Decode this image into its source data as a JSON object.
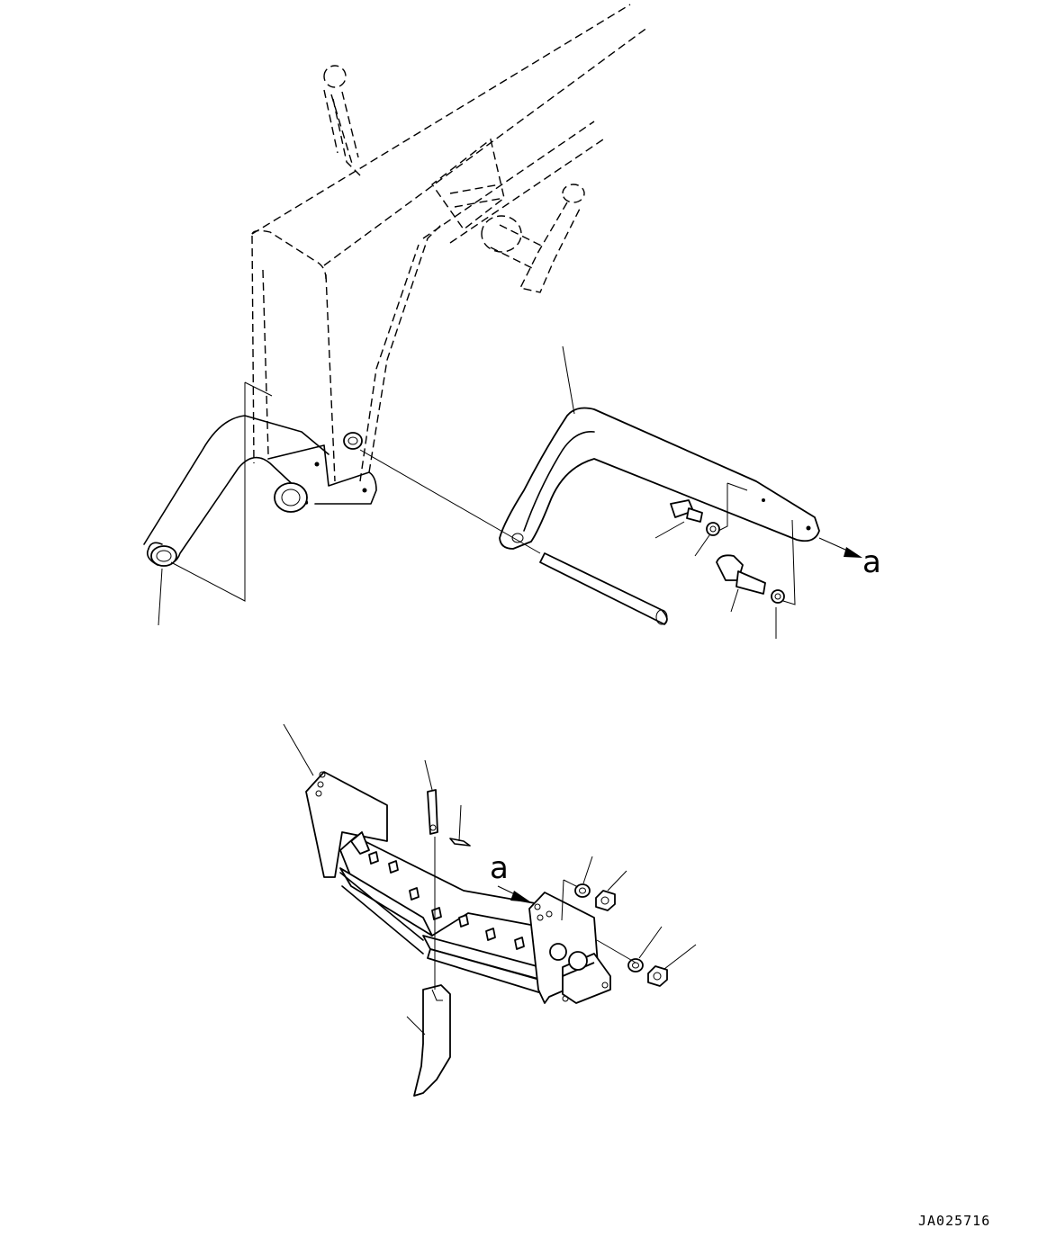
{
  "diagram": {
    "view_label_top": "a",
    "view_label_bottom": "a",
    "drawing_code": "JA025716"
  }
}
